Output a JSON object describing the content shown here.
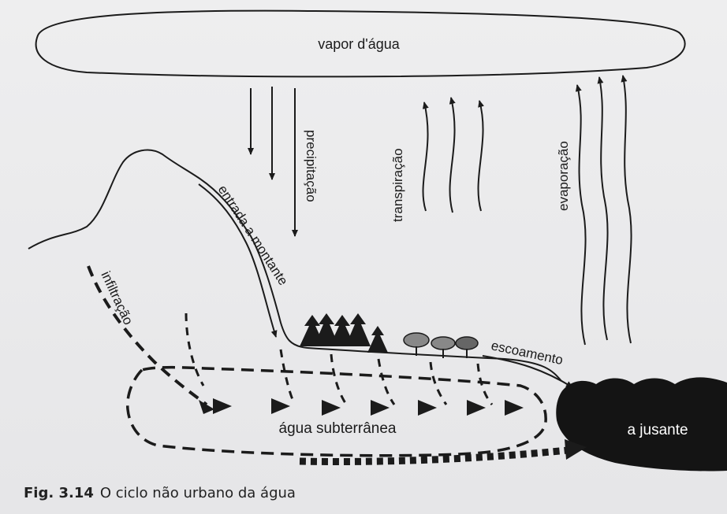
{
  "diagram": {
    "cloud_label": "vapor d'água",
    "precipitation_label": "precipitação",
    "transpiration_label": "transpiração",
    "evaporation_label": "evaporação",
    "upstream_label": "entrada a montante",
    "infiltration_label": "infiltração",
    "runoff_label": "escoamento",
    "groundwater_label": "água subterrânea",
    "downstream_label": "a jusante"
  },
  "caption": {
    "figure_number": "Fig. 3.14",
    "text": "O ciclo não urbano da água"
  },
  "colors": {
    "ink": "#1b1b1b",
    "water": "#141414",
    "paper": "#ececed"
  }
}
